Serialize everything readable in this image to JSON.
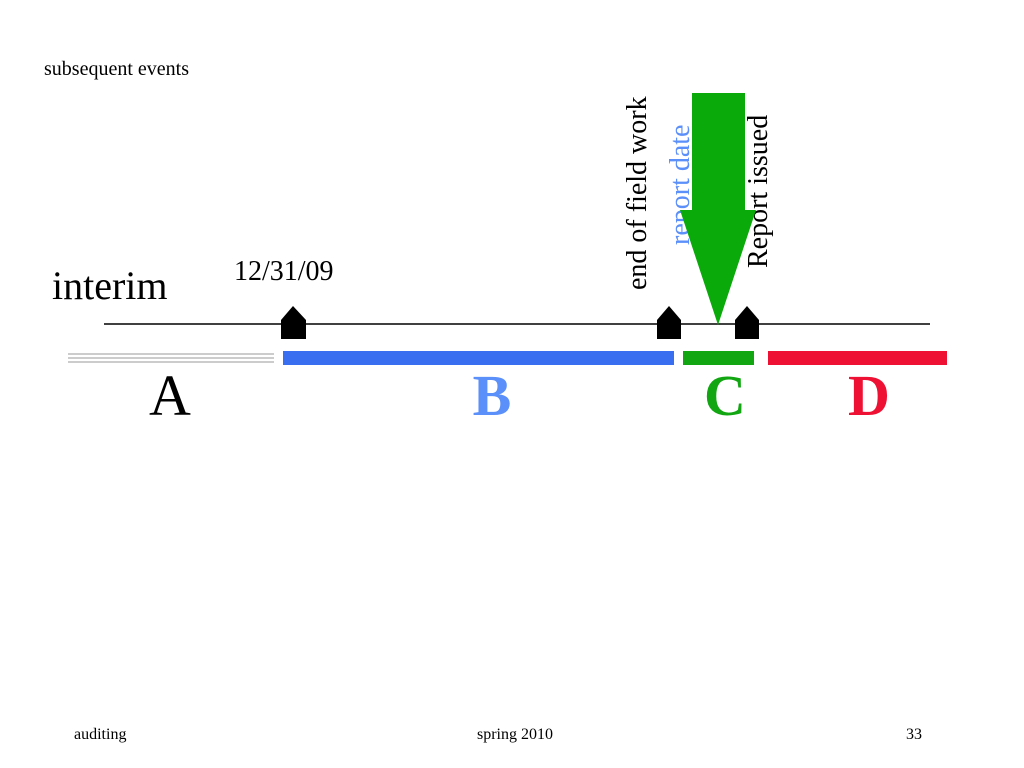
{
  "slide": {
    "title": "subsequent events",
    "interim_label": "interim",
    "date_label": "12/31/09"
  },
  "markers": {
    "end_of_field_work": "end of field work",
    "report_date": "report date",
    "report_issued": "Report issued"
  },
  "segments": [
    {
      "letter": "A",
      "color": "#cccccc"
    },
    {
      "letter": "B",
      "color": "#3a6ef0"
    },
    {
      "letter": "C",
      "color": "#12a612"
    },
    {
      "letter": "D",
      "color": "#ee1133"
    }
  ],
  "colors": {
    "timeline": "#000000",
    "report_date_text": "#5b8ff9",
    "big_arrow": "#0aaa0a"
  },
  "footer": {
    "left": "auditing",
    "center": "spring 2010",
    "right": "33"
  }
}
